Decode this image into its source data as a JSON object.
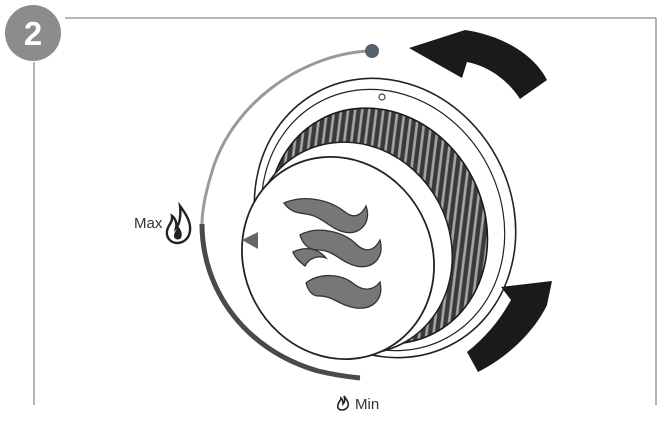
{
  "step": {
    "number": "2"
  },
  "labels": {
    "max": "Max",
    "min": "Min"
  },
  "icons": {
    "max_flame": "flame-large-icon",
    "min_flame": "flame-small-icon",
    "knob_logo": "flame-logo-icon",
    "indicator": "triangle-left-icon",
    "arrow_top": "curved-arrow-icon",
    "arrow_bottom": "curved-arrow-icon"
  },
  "colors": {
    "badge": "#8c8c8c",
    "line": "#8a8a8a",
    "arc_light": "#9a9a9a",
    "arc_dark": "#4a4a4a",
    "dot": "#55616e",
    "arrow": "#1a1a1a",
    "knob_outline": "#222222",
    "logo_fill": "#777777"
  }
}
